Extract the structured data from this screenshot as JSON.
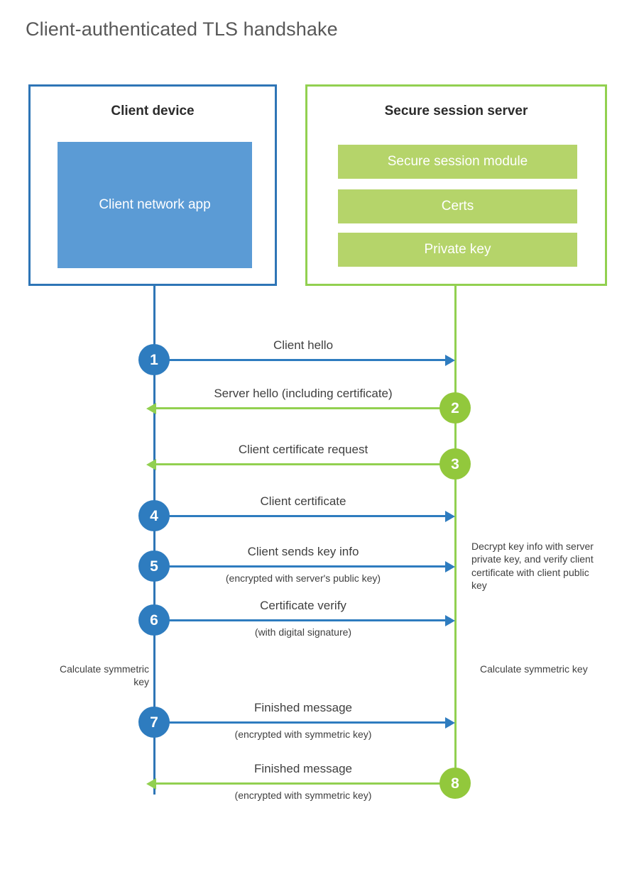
{
  "title": "Client-authenticated TLS handshake",
  "colors": {
    "client_accent": "#2E75B6",
    "client_badge": "#2E7CBF",
    "client_app_fill": "#5B9BD5",
    "server_accent": "#92D050",
    "server_badge": "#92C83C",
    "server_bar_fill": "#B5D46A",
    "text": "#404040",
    "title_text": "#585858",
    "background": "#FFFFFF"
  },
  "client": {
    "title": "Client device",
    "app_label": "Client network app"
  },
  "server": {
    "title": "Secure session server",
    "components": [
      "Secure session module",
      "Certs",
      "Private key"
    ]
  },
  "messages": [
    {
      "step": "1",
      "label": "Client hello",
      "sublabel": "",
      "direction": "to-server"
    },
    {
      "step": "2",
      "label": "Server hello (including certificate)",
      "sublabel": "",
      "direction": "to-client"
    },
    {
      "step": "3",
      "label": "Client certificate request",
      "sublabel": "",
      "direction": "to-client"
    },
    {
      "step": "4",
      "label": "Client certificate",
      "sublabel": "",
      "direction": "to-server"
    },
    {
      "step": "5",
      "label": "Client sends key info",
      "sublabel": "(encrypted with server's public key)",
      "direction": "to-server"
    },
    {
      "step": "6",
      "label": "Certificate verify",
      "sublabel": "(with digital signature)",
      "direction": "to-server"
    },
    {
      "step": "7",
      "label": "Finished message",
      "sublabel": "(encrypted with symmetric key)",
      "direction": "to-server"
    },
    {
      "step": "8",
      "label": "Finished message",
      "sublabel": "(encrypted with symmetric key)",
      "direction": "to-client"
    }
  ],
  "notes": {
    "decrypt": "Decrypt key info with server private key, and verify client certificate with client public key",
    "calculate_client": "Calculate symmetric key",
    "calculate_server": "Calculate symmetric key"
  }
}
